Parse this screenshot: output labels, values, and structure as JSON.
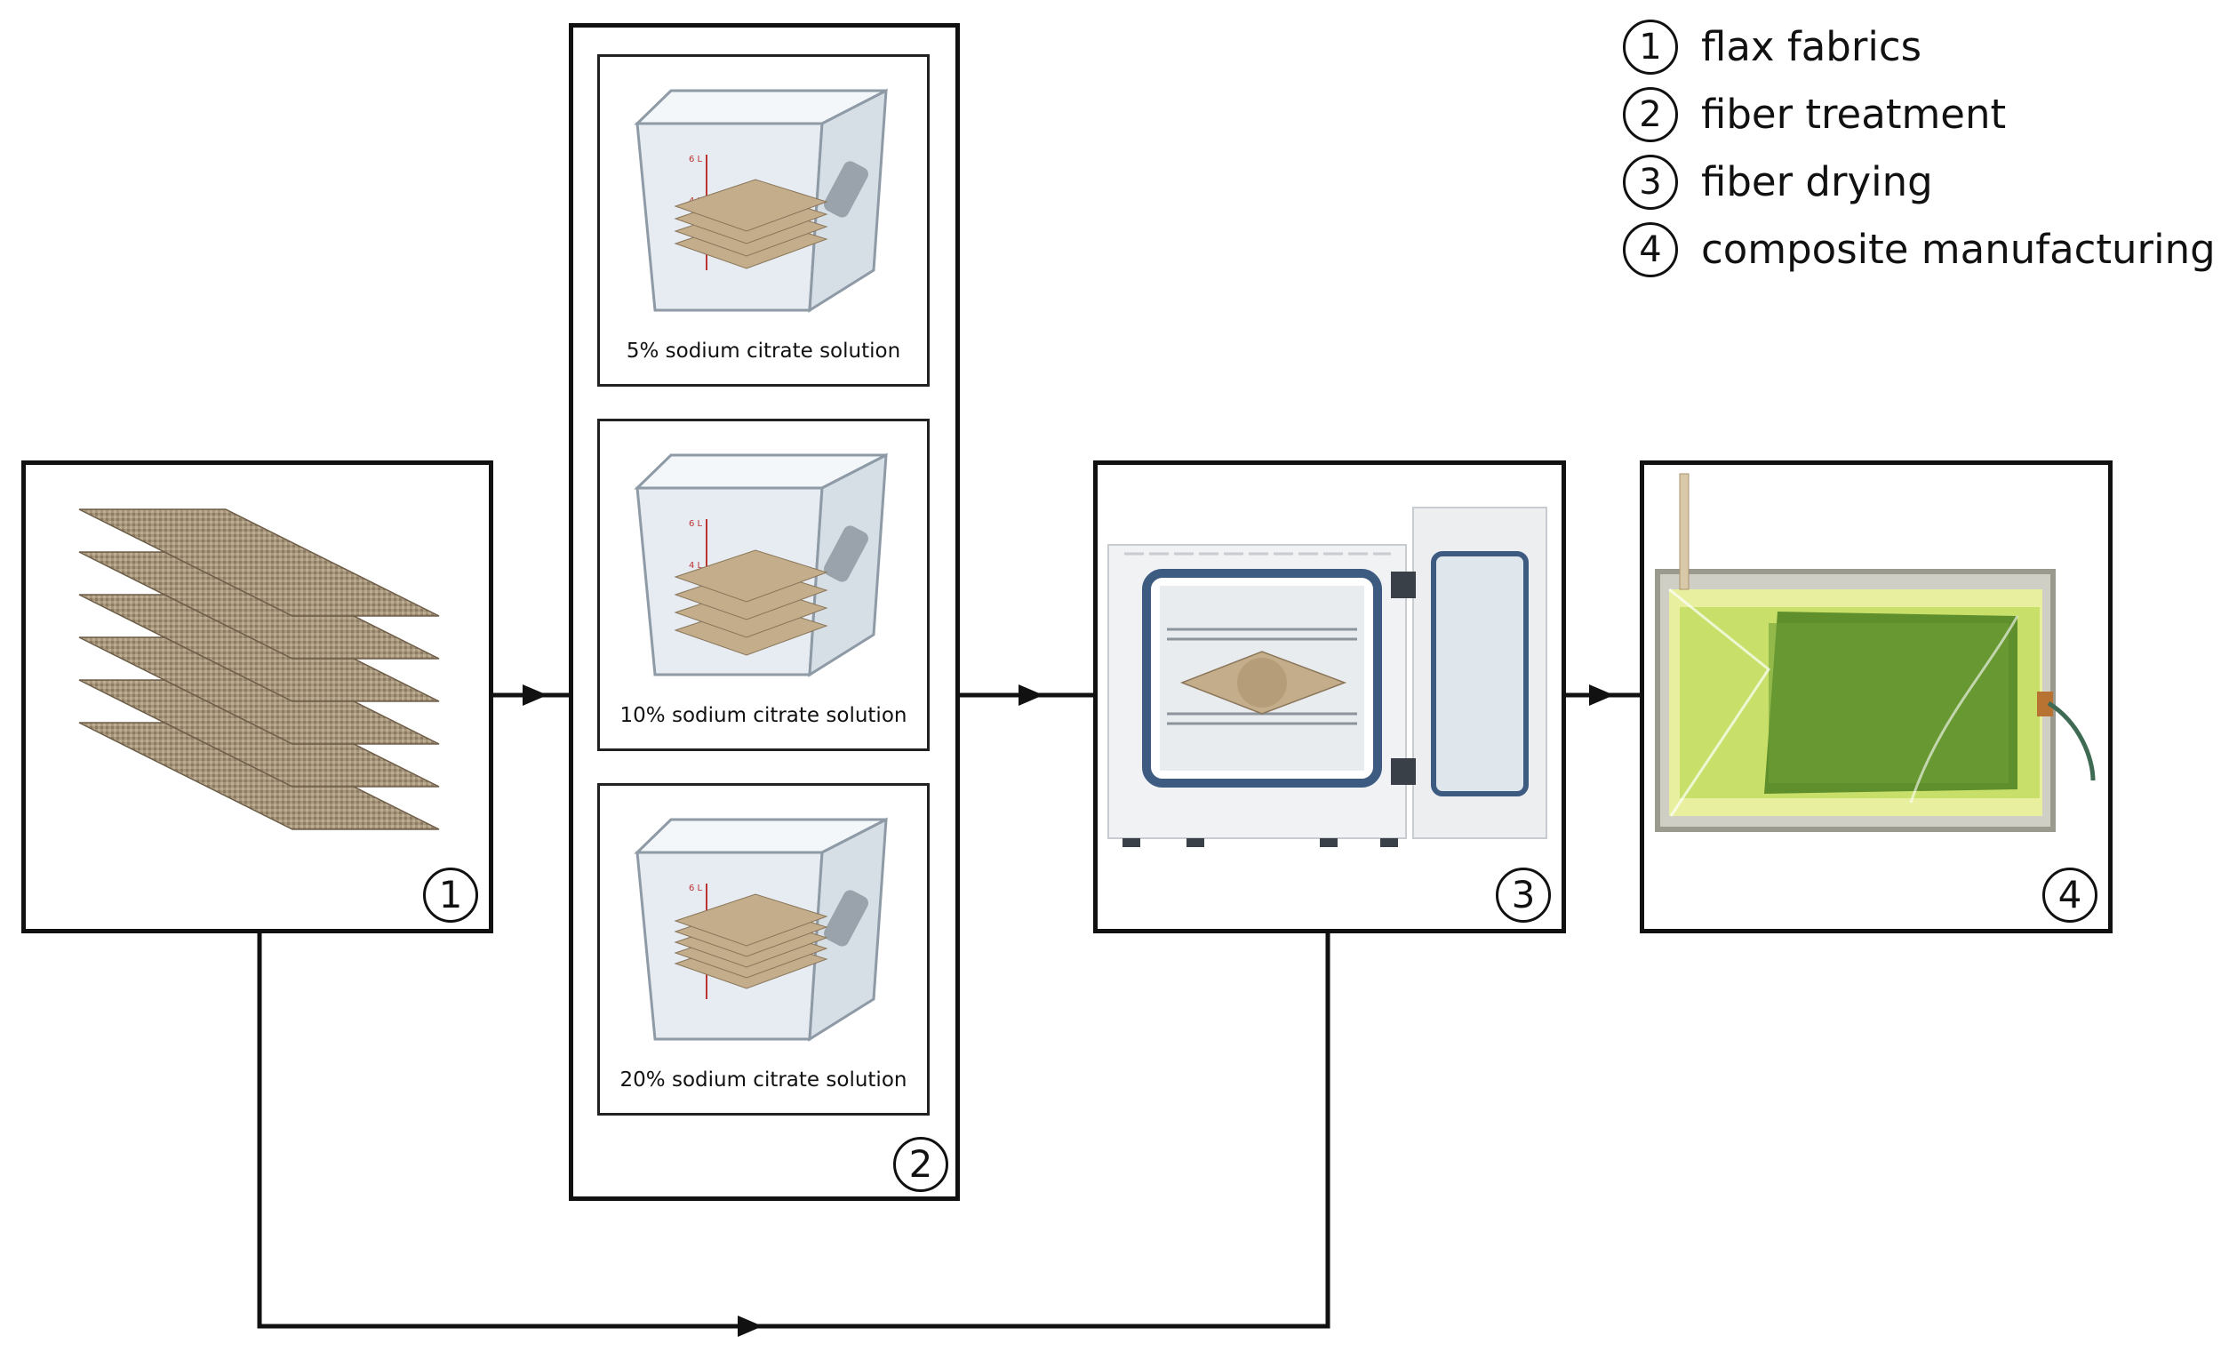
{
  "legend": [
    {
      "number": "1",
      "label": "flax fabrics"
    },
    {
      "number": "2",
      "label": "fiber treatment"
    },
    {
      "number": "3",
      "label": "fiber drying"
    },
    {
      "number": "4",
      "label": "composite manufacturing"
    }
  ],
  "steps": {
    "step1": {
      "number": "1"
    },
    "step2": {
      "number": "2",
      "solutions": [
        {
          "label": "5% sodium citrate solution"
        },
        {
          "label": "10% sodium citrate solution"
        },
        {
          "label": "20% sodium citrate solution"
        }
      ]
    },
    "step3": {
      "number": "3"
    },
    "step4": {
      "number": "4"
    }
  },
  "colors": {
    "flax": "#a8967c",
    "flax_dark": "#7d6c55",
    "container": "#e6ecf1",
    "oven_body": "#f1f2f4",
    "oven_frame": "#3d5a80",
    "composite_green": "#5f8f2c",
    "composite_light": "#c8e06a"
  }
}
